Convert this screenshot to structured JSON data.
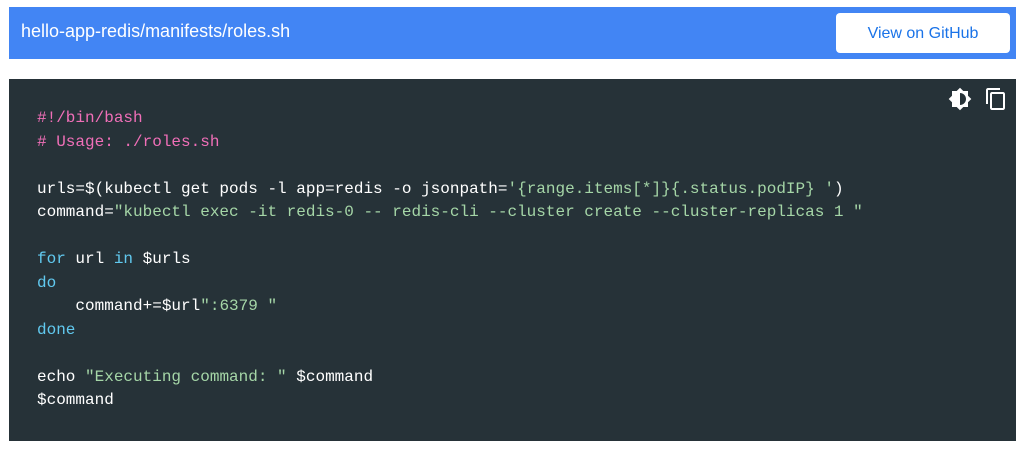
{
  "header": {
    "file_path": "hello-app-redis/manifests/roles.sh",
    "button_label": "View on GitHub",
    "background_color": "#4285f4",
    "button_text_color": "#1a73e8"
  },
  "code_panel": {
    "background_color": "#263238",
    "icons": {
      "theme_toggle": "brightness-contrast-icon",
      "copy": "copy-icon"
    },
    "colors": {
      "comment": "#f06fb8",
      "string": "#a5d6a7",
      "keyword": "#61c9ef",
      "plain": "#ffffff"
    },
    "lines": [
      [
        {
          "t": "comment",
          "v": "#!/bin/bash"
        }
      ],
      [
        {
          "t": "comment",
          "v": "# Usage: ./roles.sh"
        }
      ],
      [],
      [
        {
          "t": "plain",
          "v": "urls=$(kubectl get pods -l app=redis -o jsonpath="
        },
        {
          "t": "string",
          "v": "'{range.items[*]}{.status.podIP} '"
        },
        {
          "t": "plain",
          "v": ")"
        }
      ],
      [
        {
          "t": "plain",
          "v": "command="
        },
        {
          "t": "string",
          "v": "\"kubectl exec -it redis-0 -- redis-cli --cluster create --cluster-replicas 1 \""
        }
      ],
      [],
      [
        {
          "t": "keyword",
          "v": "for"
        },
        {
          "t": "plain",
          "v": " url "
        },
        {
          "t": "keyword",
          "v": "in"
        },
        {
          "t": "plain",
          "v": " $urls"
        }
      ],
      [
        {
          "t": "keyword",
          "v": "do"
        }
      ],
      [
        {
          "t": "plain",
          "v": "    command+=$url"
        },
        {
          "t": "string",
          "v": "\":6379 \""
        }
      ],
      [
        {
          "t": "keyword",
          "v": "done"
        }
      ],
      [],
      [
        {
          "t": "plain",
          "v": "echo "
        },
        {
          "t": "string",
          "v": "\"Executing command: \""
        },
        {
          "t": "plain",
          "v": " $command"
        }
      ],
      [
        {
          "t": "plain",
          "v": "$command"
        }
      ]
    ]
  }
}
